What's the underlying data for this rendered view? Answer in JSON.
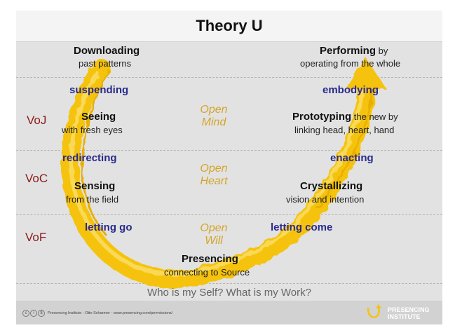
{
  "title": "Theory U",
  "stages": {
    "downloading": {
      "label": "Downloading",
      "sub": "past patterns"
    },
    "seeing": {
      "label": "Seeing",
      "sub": "with fresh eyes"
    },
    "sensing": {
      "label": "Sensing",
      "sub": "from the field"
    },
    "presencing": {
      "label": "Presencing",
      "sub": "connecting to Source"
    },
    "crystallizing": {
      "label": "Crystallizing",
      "sub": "vision and intention"
    },
    "prototyping": {
      "label": "Prototyping",
      "suffix": " the new by",
      "sub": "linking head, heart, hand"
    },
    "performing": {
      "label": "Performing",
      "suffix": " by",
      "sub": "operating from the whole"
    }
  },
  "verbs": {
    "suspending": "suspending",
    "redirecting": "redirecting",
    "letting_go": "letting go",
    "letting_come": "letting come",
    "enacting": "enacting",
    "embodying": "embodying"
  },
  "voices": {
    "voj": "VoJ",
    "voc": "VoC",
    "vof": "VoF"
  },
  "open": {
    "mind": [
      "Open",
      "Mind"
    ],
    "heart": [
      "Open",
      "Heart"
    ],
    "will": [
      "Open",
      "Will"
    ]
  },
  "question": "Who is my Self? What is my Work?",
  "footer": {
    "credit": "Presencing Institute - Otto Scharmer - www.presencing.com/permissions/",
    "icons": [
      "cc-icon",
      "by-icon",
      "nc-icon"
    ],
    "logo_lines": [
      "PRESENCING",
      "INSTITUTE"
    ]
  },
  "colors": {
    "arrow": "#f5c30f",
    "verb": "#2a2a8c",
    "voice": "#8b1a1a",
    "open": "#d4a52a"
  }
}
